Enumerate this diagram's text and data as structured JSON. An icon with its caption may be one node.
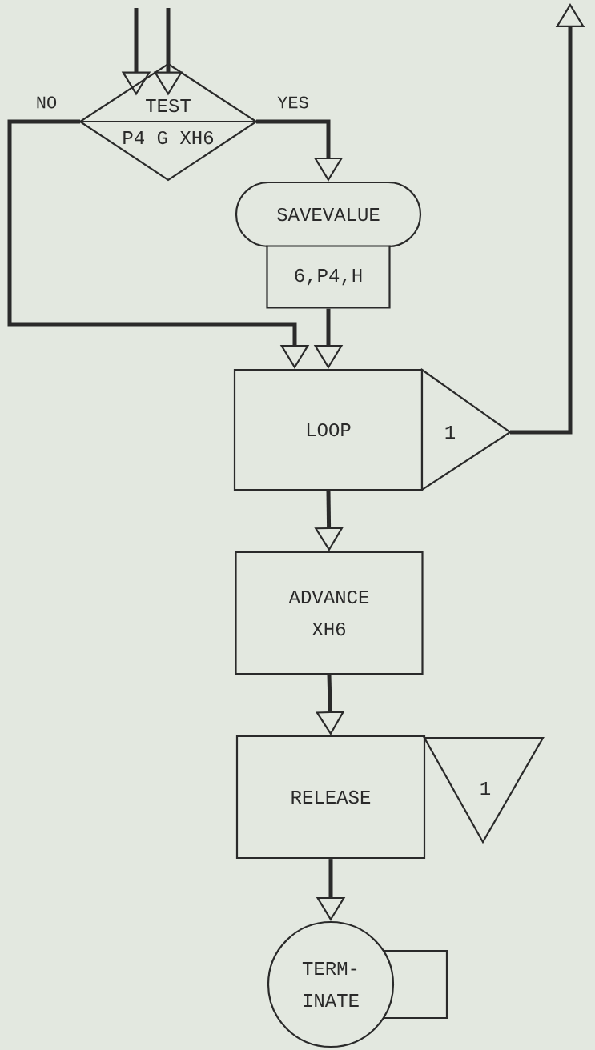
{
  "diagram": {
    "nodes": [
      {
        "text": [
          "TEST",
          "P4 G XH6"
        ]
      },
      {
        "text": [
          "SAVEVALUE"
        ]
      },
      {
        "text": [
          "6,P4,H"
        ]
      },
      {
        "text": [
          "LOOP"
        ]
      },
      {
        "text": [
          "1"
        ]
      },
      {
        "text": [
          "ADVANCE",
          "XH6"
        ]
      },
      {
        "text": [
          "RELEASE"
        ]
      },
      {
        "text": [
          "1"
        ]
      },
      {
        "text": [
          "TERM- INATE"
        ]
      },
      {
        "text": [],
        "shape": "box"
      }
    ],
    "edges": [
      {
        "from": null,
        "to": 0,
        "arrow": "to"
      },
      {
        "from": null,
        "to": 0,
        "arrow": "to"
      },
      {
        "from": 0,
        "to": 3,
        "label": "NO",
        "arrow": "to"
      },
      {
        "from": 0,
        "to": 1,
        "label": "YES",
        "arrow": "to"
      },
      {
        "from": 2,
        "to": 3,
        "arrow": "to"
      },
      {
        "from": 4,
        "to": null,
        "arrow": "to"
      },
      {
        "from": 3,
        "to": 5,
        "arrow": "to"
      },
      {
        "from": 5,
        "to": 6,
        "arrow": "to"
      },
      {
        "from": 6,
        "to": 8,
        "arrow": "to"
      }
    ]
  }
}
